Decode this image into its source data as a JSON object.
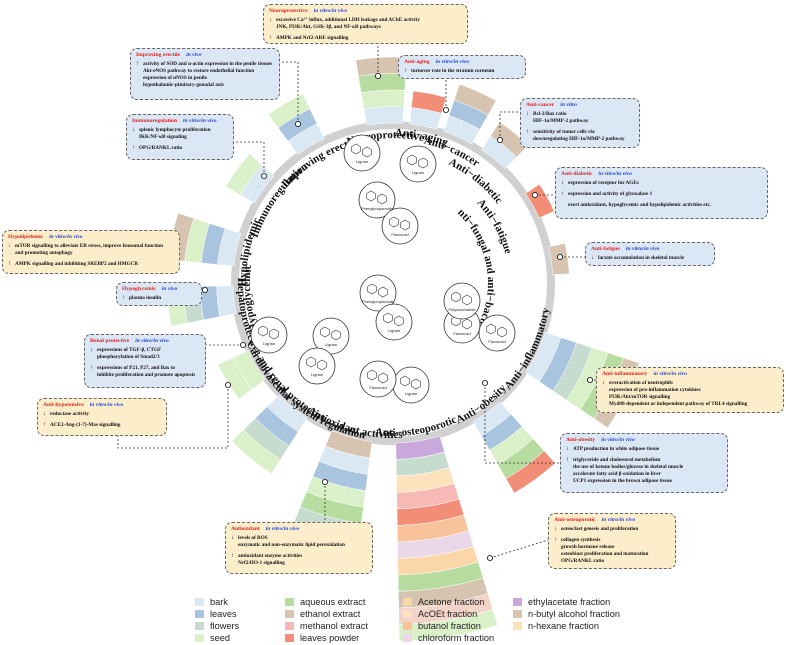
{
  "categories": [
    {
      "id": "neuroprotective",
      "label": "Neuroprotective",
      "mid": -3,
      "span": 13,
      "rings": [
        0,
        3,
        4,
        5
      ],
      "labelR": 260,
      "labelSize": 11
    },
    {
      "id": "anti-aging",
      "label": "Anti−aging",
      "mid": 11,
      "span": 10,
      "rings": [
        0,
        7
      ],
      "labelR": 262,
      "labelSize": 11
    },
    {
      "id": "anti-cancer",
      "label": "Anti−cancer",
      "mid": 24,
      "span": 11,
      "rings": [
        0,
        1,
        5
      ],
      "labelR": 258,
      "labelSize": 11
    },
    {
      "id": "anti-diabetic",
      "label": "Anti−diabetic",
      "mid": 39,
      "span": 11,
      "rings": [
        0,
        5
      ],
      "labelR": 246,
      "labelSize": 11
    },
    {
      "id": "anti-fatigue",
      "label": "Anti−fatigue",
      "mid": 61,
      "span": 10,
      "rings": [
        7
      ],
      "labelR": 231,
      "labelSize": 11
    },
    {
      "id": "anti-fungal",
      "label": "Anti−fungal and anti−bacterial",
      "mid": 82,
      "span": 10,
      "rings": [
        5
      ],
      "labelR": 210,
      "labelSize": 11
    },
    {
      "id": "anti-inflammatory",
      "label": "Anti−inflammatory",
      "mid": 116,
      "span": 16,
      "rings": [
        0,
        1,
        2,
        3,
        4,
        5
      ],
      "labelR": 265,
      "labelSize": 11
    },
    {
      "id": "anti-obesity",
      "label": "Anti−obesity",
      "mid": 144,
      "span": 12,
      "rings": [
        0,
        1,
        3,
        4,
        7
      ],
      "labelR": 262,
      "labelSize": 11
    },
    {
      "id": "anti-osteoporotic",
      "label": "Anti−osteoporotic",
      "mid": 171,
      "span": 16,
      "rings": [
        12,
        2,
        9,
        6,
        7,
        10,
        11,
        8,
        4,
        5,
        13,
        3
      ],
      "labelR": 260,
      "labelSize": 11
    },
    {
      "id": "antioxidant",
      "label": "Antioxidant activities",
      "mid": -165,
      "span": 15,
      "rings": [
        5,
        0,
        1,
        3,
        4,
        2,
        3,
        4
      ],
      "labelR": 262,
      "labelSize": 11
    },
    {
      "id": "cardiovascular",
      "label": "Cardiovascular system regulation",
      "mid": -141,
      "span": 13,
      "rings": [
        0,
        1,
        2,
        3
      ],
      "labelR": 265,
      "labelSize": 11
    },
    {
      "id": "hepatoprotective",
      "label": "Hepatoprotective and renal protective",
      "mid": -121,
      "span": 12,
      "rings": [
        3,
        3
      ],
      "labelR": 262,
      "labelSize": 11
    },
    {
      "id": "hypoglycemic",
      "label": "Hypoglycemic",
      "mid": -96,
      "span": 10,
      "rings": [
        0,
        1,
        2,
        3
      ],
      "labelR": 258,
      "labelSize": 11
    },
    {
      "id": "hypolipidemic",
      "label": "Hypolipidemic",
      "mid": -78,
      "span": 12,
      "rings": [
        0,
        1,
        3,
        5
      ],
      "labelR": 262,
      "labelSize": 11
    },
    {
      "id": "immunoregulation",
      "label": "Immunoregulation",
      "mid": -54,
      "span": 12,
      "rings": [
        0,
        3
      ],
      "labelR": 258,
      "labelSize": 11
    },
    {
      "id": "improving-erectile",
      "label": "Improving erectile",
      "mid": -31,
      "span": 11,
      "rings": [
        0,
        1,
        3
      ],
      "labelR": 258,
      "labelSize": 11
    }
  ],
  "ringColors": [
    "#d9e8f2",
    "#a8c4de",
    "#c6dccf",
    "#d9f0c8",
    "#b6dca0",
    "#d6c4b0",
    "#f6b9b5",
    "#f28e77",
    "#fbd6a8",
    "#fde2bd",
    "#f8c29a",
    "#ead7e8",
    "#c9a8dc",
    "#f3d4c8"
  ],
  "legend": [
    {
      "label": "bark",
      "color": "#d9e8f2"
    },
    {
      "label": "leaves",
      "color": "#a8c4de"
    },
    {
      "label": "flowers",
      "color": "#c6dccf"
    },
    {
      "label": "seed",
      "color": "#d9f0c8"
    },
    {
      "label": "aqueous extract",
      "color": "#b6dca0"
    },
    {
      "label": "ethanol extract",
      "color": "#d6c4b0"
    },
    {
      "label": "methanol extract",
      "color": "#f6b9b5"
    },
    {
      "label": "leaves powder",
      "color": "#f28e77"
    },
    {
      "label": "Acetone fraction",
      "color": "#fbd6a8"
    },
    {
      "label": "AcOEt fraction",
      "color": "#fde2bd"
    },
    {
      "label": "butanol fraction",
      "color": "#f8c29a"
    },
    {
      "label": "chloroform fraction",
      "color": "#ead7e8"
    },
    {
      "label": "ethylacetate fraction",
      "color": "#c9a8dc"
    },
    {
      "label": "n-butyl alcohol fraction",
      "color": "#d6c4b0"
    },
    {
      "label": "n-hexane fraction",
      "color": "#fde2bd"
    }
  ],
  "compounds": [
    {
      "label": "Lignan"
    },
    {
      "label": "Phenylpropanoids"
    },
    {
      "label": "Flavonoid"
    },
    {
      "label": "Phenylpropanoids"
    },
    {
      "label": "Lignan"
    },
    {
      "label": "Flavonoid"
    },
    {
      "label": "Lignan"
    },
    {
      "label": "Lignan"
    },
    {
      "label": "Polysaccharide"
    },
    {
      "label": "Flavonoid"
    },
    {
      "label": "Lignan"
    },
    {
      "label": "Flavonoid"
    },
    {
      "label": "Lignan"
    },
    {
      "label": "Lignan"
    }
  ],
  "boxes": {
    "neuro": {
      "name": "Neuroprotective",
      "mode": "in vitro/in vivo",
      "rows": [
        {
          "a": "↓",
          "t": "excessive Ca²⁺ influx, additional LDH leakage and AChE activity"
        },
        {
          "s": "JNK, PI3K/Akt, GSK-3β, and NF-κB pathways"
        },
        {
          "g": 1
        },
        {
          "a": "↑",
          "t": "AMPK and Nrf2-ARE signalling"
        }
      ]
    },
    "aging": {
      "name": "Anti-aging",
      "mode": "in vitro/in vivo",
      "rows": [
        {
          "a": "↑",
          "t": "turnover rate in the stratum corneum"
        }
      ]
    },
    "cancer": {
      "name": "Anti-cancer",
      "mode": "in vitro",
      "rows": [
        {
          "a": "↓",
          "t": "Bcl-2/Bax ratio"
        },
        {
          "s": "HIF-1α/MMP-2 pathway"
        },
        {
          "g": 1
        },
        {
          "a": "↑",
          "t": "sensitivity of tumor cells via"
        },
        {
          "s": "downregulating HIF-1α/MMP-2 pathway"
        }
      ]
    },
    "diabetic": {
      "name": "Anti-diabetic",
      "mode": "in vitro/in vivo",
      "rows": [
        {
          "a": "↓",
          "t": "expression of receptor for AGEs"
        },
        {
          "g": 1
        },
        {
          "a": "↑",
          "t": "expression and activity of glyoxalase 1"
        },
        {
          "g": 1
        },
        {
          "a": "",
          "t": "exert antioxidant, hypoglycemic and hypolipidemic activities etc."
        }
      ]
    },
    "fatigue": {
      "name": "Anti-fatigue",
      "mode": "in vitro/in vivo",
      "rows": [
        {
          "a": "↓",
          "t": "lactate accumulation in skeletal muscle"
        }
      ]
    },
    "inflam": {
      "name": "Anti-inflammatory",
      "mode": "in vitro/in vivo",
      "rows": [
        {
          "a": "↓",
          "t": "overactivation of neutrophils"
        },
        {
          "s": "expression of pro-inflammation cytokines"
        },
        {
          "s": "PI3K/Akt/mTOR signalling"
        },
        {
          "s": "Myd88-dependent or independent pathway of TRL4 signalling"
        }
      ]
    },
    "obesity": {
      "name": "Anti-obesity",
      "mode": "in vitro/in vivo",
      "rows": [
        {
          "a": "↓",
          "t": "ATP production in white adipose tissue"
        },
        {
          "g": 1
        },
        {
          "a": "↑",
          "t": "triglyceride and cholesterol metabolism"
        },
        {
          "s": "the use of ketone bodies/glucose in skeletal muscle"
        },
        {
          "s": "accelerate fatty acid β-oxidation in liver"
        },
        {
          "s": "UCP1 expression in the brown adipose tissue"
        }
      ]
    },
    "osteo": {
      "name": "Anti-osteoporotic",
      "mode": "in vitro/in vivo",
      "rows": [
        {
          "a": "↓",
          "t": "osteoclast genesis and proliferation"
        },
        {
          "g": 1
        },
        {
          "a": "↑",
          "t": "collagen synthesis"
        },
        {
          "s": "growth hormone release"
        },
        {
          "s": "osteoblast proliferation and maturation"
        },
        {
          "s": "OPG/RANKL ratio"
        }
      ]
    },
    "antiox": {
      "name": "Antioxidant",
      "mode": "in vitro/in vivo",
      "rows": [
        {
          "a": "↓",
          "t": "levels of ROS"
        },
        {
          "s": "enzymatic and non-enzymatic lipid peroxidation"
        },
        {
          "g": 1
        },
        {
          "a": "↑",
          "t": "antioxidant enzyme activities"
        },
        {
          "s": "Nrf2/HO-1 signalling"
        }
      ]
    },
    "hypot": {
      "name": "Anti-hypotensive",
      "mode": "in vitro/in vivo",
      "rows": [
        {
          "a": "↓",
          "t": "reductase activity"
        },
        {
          "g": 1
        },
        {
          "a": "↑",
          "t": "ACE2-Ang-(1-7)-Mas signalling"
        }
      ]
    },
    "renal": {
      "name": "Renal protective",
      "mode": "in vitro/in vivo",
      "rows": [
        {
          "a": "↓",
          "t": "expressions of TGF-β, CTGF"
        },
        {
          "s": "phosphorylation of Smad2/3"
        },
        {
          "g": 1
        },
        {
          "a": "↑",
          "t": "expressions of P21, P27, and Bax to"
        },
        {
          "s": "inhibite proliferation and promote apoptosis"
        }
      ]
    },
    "hypog": {
      "name": "Hypoglycemic",
      "mode": "in vivo",
      "rows": [
        {
          "a": "↑",
          "t": "plasma insulin"
        }
      ]
    },
    "hypol": {
      "name": "Hypolipidemic",
      "mode": "in vitro/in vivo",
      "rows": [
        {
          "a": "↓",
          "t": "mTOR signalling to alleviate ER stress, improve lisosomal function"
        },
        {
          "s": "and promoting autophagy"
        },
        {
          "g": 1
        },
        {
          "a": "↑",
          "t": "AMPK signalling and inhibiting SREBP2 and HMGCR"
        }
      ]
    },
    "immuno": {
      "name": "Immunoregulation",
      "mode": "in vitro/in vivo",
      "rows": [
        {
          "a": "↓",
          "t": "splenic lymphocyte proliferation"
        },
        {
          "s": "IKK/NF-κB signaling"
        },
        {
          "g": 1
        },
        {
          "a": "↑",
          "t": "OPG/RANKL ratio"
        }
      ]
    },
    "erect": {
      "name": "Improving erectile",
      "mode": "in vivo",
      "rows": [
        {
          "a": "↑",
          "t": "activity of SOD and α-actin expression in the penile tissues"
        },
        {
          "s": "Akt-eNOS pathway to restore endothelial function"
        },
        {
          "s": "expression of nNOS in penile"
        },
        {
          "s": "hypothalamic-pituitary-gonadal axis"
        }
      ]
    }
  }
}
